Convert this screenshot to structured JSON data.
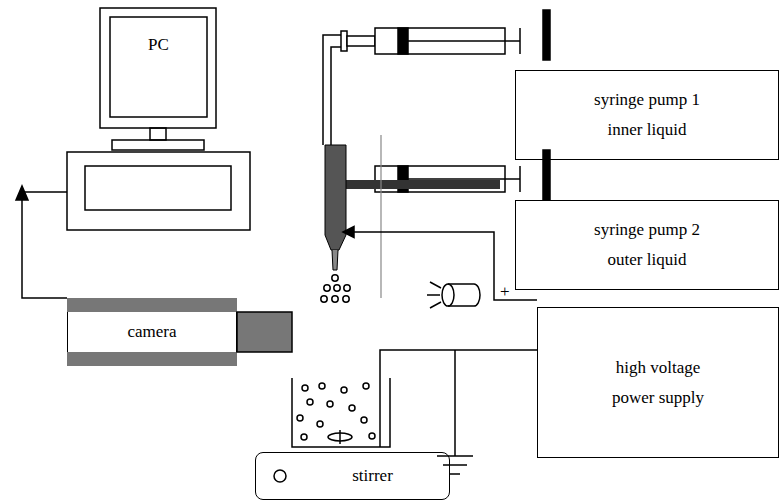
{
  "diagram": {
    "nodes": [
      {
        "text": [
          "PC"
        ]
      },
      {
        "text": [
          "syringe pump 1 inner liquid"
        ]
      },
      {
        "text": [
          "syringe pump 2 outer liquid"
        ]
      },
      {
        "text": [
          "camera"
        ]
      },
      {
        "text": [
          "high voltage power supply"
        ]
      },
      {
        "text": [
          "stirrer"
        ]
      }
    ],
    "labels": [
      "+"
    ]
  }
}
